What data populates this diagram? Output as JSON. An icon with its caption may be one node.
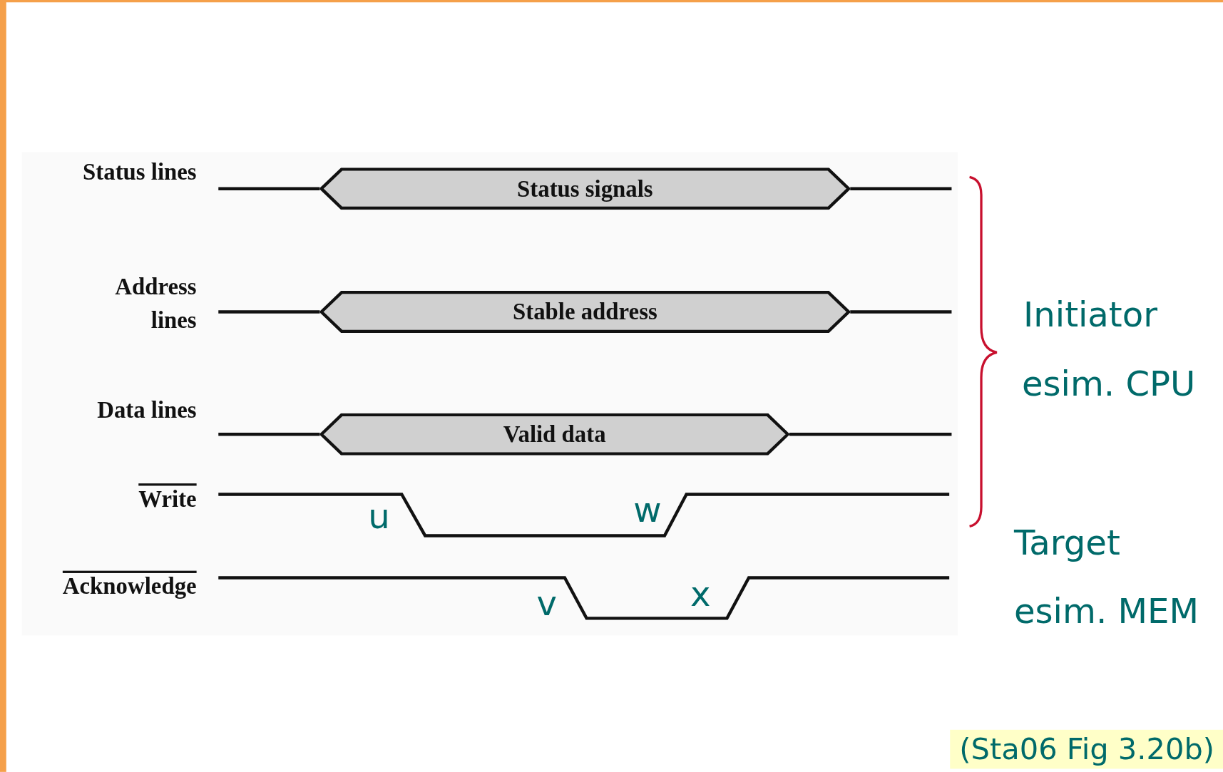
{
  "diagram": {
    "caption": "(Sta06 Fig 3.20b)",
    "nodes": [
      {
        "text": [
          "Status signals"
        ]
      },
      {
        "text": [
          "Stable address"
        ]
      },
      {
        "text": [
          "Valid data"
        ]
      }
    ],
    "labels": [
      "Status lines",
      "Address lines",
      "Data lines",
      "Write",
      "Acknowledge",
      "u",
      "w",
      "v",
      "x",
      "Initiator",
      "esim. CPU",
      "Target",
      "esim. MEM"
    ]
  }
}
